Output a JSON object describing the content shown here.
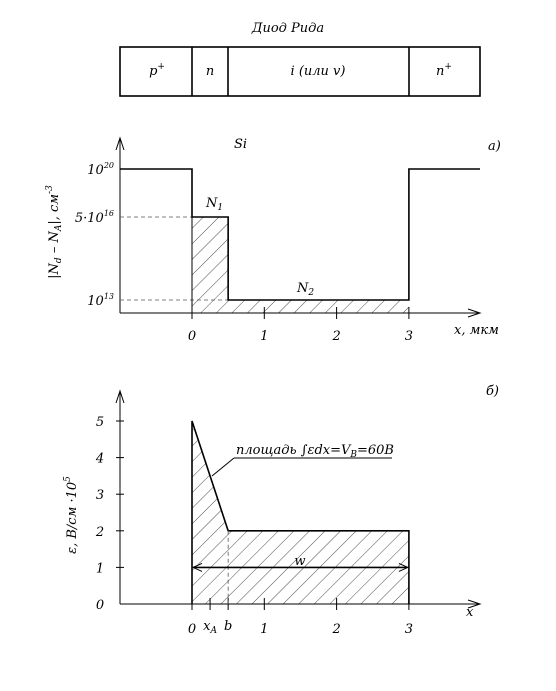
{
  "title": "Диод Рида",
  "layers": [
    {
      "name": "p",
      "sup": "+"
    },
    {
      "name": "n",
      "sup": ""
    },
    {
      "name": "i (или v)",
      "sup": ""
    },
    {
      "name": "n",
      "sup": "+"
    }
  ],
  "chart_data": [
    {
      "type": "line",
      "panel_label": "а)",
      "material": "Si",
      "ylabel": {
        "main": "|N",
        "sub1": "d",
        "mid": " – N",
        "sub2": "A",
        "end": "|, см",
        "sup": "-3"
      },
      "xlabel": "x, мкм",
      "x_ticks": [
        "0",
        "1",
        "2",
        "3"
      ],
      "y_ticks": [
        {
          "base": "10",
          "sup": "20"
        },
        {
          "base": "5·10",
          "sup": "16"
        },
        {
          "base": "10",
          "sup": "13"
        }
      ],
      "annotations": [
        {
          "text": "N",
          "sub": "1"
        },
        {
          "text": "N",
          "sub": "2"
        }
      ],
      "series": [
        {
          "x": [
            -1.0,
            0,
            0,
            0.5,
            0.5,
            3,
            3,
            4.0
          ],
          "levels": [
            "1e20",
            "1e20",
            "5e16",
            "5e16",
            "1e13",
            "1e13",
            "1e20",
            "1e20"
          ]
        }
      ]
    },
    {
      "type": "line",
      "panel_label": "б)",
      "ylabel": {
        "main": "ε, В/см ·10",
        "sup": "5"
      },
      "xlabel": "x",
      "x_ticks": [
        "0",
        "1",
        "2",
        "3"
      ],
      "x_marks": [
        {
          "text": "x",
          "sub": "A"
        },
        {
          "text": "b",
          "sub": ""
        }
      ],
      "y_ticks": [
        "0",
        "1",
        "2",
        "3",
        "4",
        "5"
      ],
      "xlim": [
        -1,
        4
      ],
      "ylim": [
        0,
        5.5
      ],
      "area_annotation": {
        "prefix": "площадь ∫εdx=V",
        "sub": "B",
        "suffix": "=60В"
      },
      "width_label": "w",
      "series": [
        {
          "x": [
            0,
            0.5,
            3,
            3
          ],
          "y": [
            5,
            2,
            2,
            0
          ]
        }
      ]
    }
  ]
}
